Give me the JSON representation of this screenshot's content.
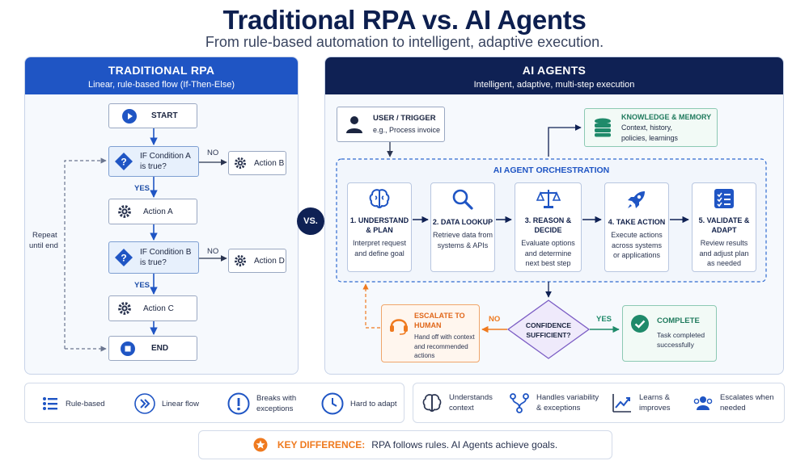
{
  "header": {
    "title": "Traditional RPA vs. AI Agents",
    "subtitle": "From rule-based automation to intelligent, adaptive execution."
  },
  "rpa": {
    "title": "TRADITIONAL RPA",
    "subtitle": "Linear, rule-based flow (If-Then-Else)",
    "start": "START",
    "cond_a_1": "IF Condition A",
    "cond_a_2": "is true?",
    "action_a": "Action A",
    "action_b": "Action B",
    "cond_b_1": "IF Condition B",
    "cond_b_2": "is true?",
    "action_c": "Action C",
    "action_d": "Action D",
    "end": "END",
    "yes": "YES",
    "no": "NO",
    "repeat_1": "Repeat",
    "repeat_2": "until end"
  },
  "vs": "VS.",
  "ai": {
    "title": "AI AGENTS",
    "subtitle": "Intelligent, adaptive, multi-step execution",
    "trigger_title": "USER / TRIGGER",
    "trigger_desc": "e.g., Process invoice",
    "knowledge_title": "KNOWLEDGE & MEMORY",
    "knowledge_desc_1": "Context, history,",
    "knowledge_desc_2": "policies, learnings",
    "orchestration": "AI AGENT ORCHESTRATION",
    "steps": [
      {
        "t1": "1. UNDERSTAND",
        "t2": "& PLAN",
        "d1": "Interpret request",
        "d2": "and define goal",
        "d3": ""
      },
      {
        "t1": "2. DATA LOOKUP",
        "t2": "",
        "d1": "Retrieve data from",
        "d2": "systems & APIs",
        "d3": ""
      },
      {
        "t1": "3. REASON &",
        "t2": "DECIDE",
        "d1": "Evaluate options",
        "d2": "and determine",
        "d3": "next best step"
      },
      {
        "t1": "4. TAKE ACTION",
        "t2": "",
        "d1": "Execute actions",
        "d2": "across systems",
        "d3": "or applications"
      },
      {
        "t1": "5. VALIDATE &",
        "t2": "ADAPT",
        "d1": "Review results",
        "d2": "and adjust plan",
        "d3": "as needed"
      }
    ],
    "escalate_title_1": "ESCALATE TO",
    "escalate_title_2": "HUMAN",
    "escalate_desc_1": "Hand off with context",
    "escalate_desc_2": "and recommended",
    "escalate_desc_3": "actions",
    "confidence_1": "CONFIDENCE",
    "confidence_2": "SUFFICIENT?",
    "no": "NO",
    "yes": "YES",
    "complete_title": "COMPLETE",
    "complete_desc_1": "Task completed",
    "complete_desc_2": "successfully"
  },
  "legend_left": [
    {
      "l1": "Rule-based",
      "l2": ""
    },
    {
      "l1": "Linear flow",
      "l2": ""
    },
    {
      "l1": "Breaks with",
      "l2": "exceptions"
    },
    {
      "l1": "Hard to adapt",
      "l2": ""
    }
  ],
  "legend_right": [
    {
      "l1": "Understands",
      "l2": "context"
    },
    {
      "l1": "Handles variability",
      "l2": "& exceptions"
    },
    {
      "l1": "Learns &",
      "l2": "improves"
    },
    {
      "l1": "Escalates when",
      "l2": "needed"
    }
  ],
  "key_difference": {
    "label": "KEY DIFFERENCE:",
    "text": "RPA follows rules. AI Agents achieve goals."
  },
  "colors": {
    "rpa_blue": "#1f55c4",
    "ai_navy": "#0f2154",
    "teal": "#1f8a6a",
    "orange": "#ef7a1f",
    "purple": "#7b5cc4"
  }
}
